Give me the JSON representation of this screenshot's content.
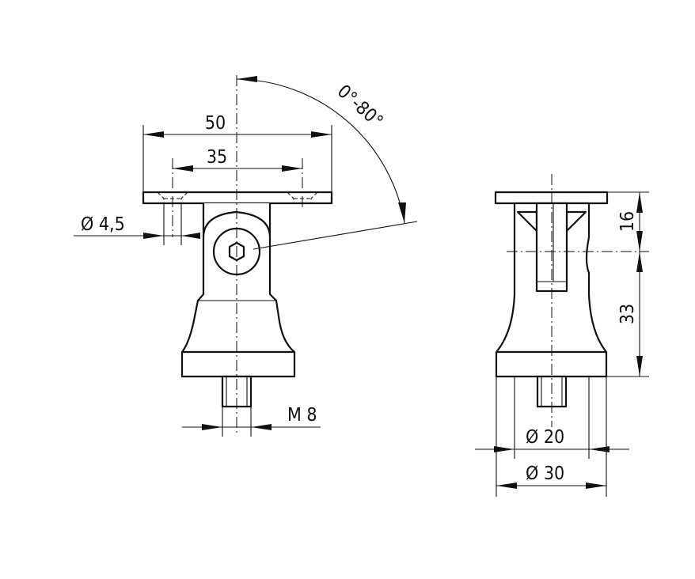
{
  "dimensions": {
    "width_total": "50",
    "hole_spacing": "35",
    "hole_diameter": "Ø 4,5",
    "angle_range": "0°-80°",
    "thread": "M 8",
    "height_upper": "16",
    "height_lower": "33",
    "diameter_inner": "Ø 20",
    "diameter_outer": "Ø 30"
  },
  "colors": {
    "line": "#111111",
    "background": "#ffffff"
  }
}
